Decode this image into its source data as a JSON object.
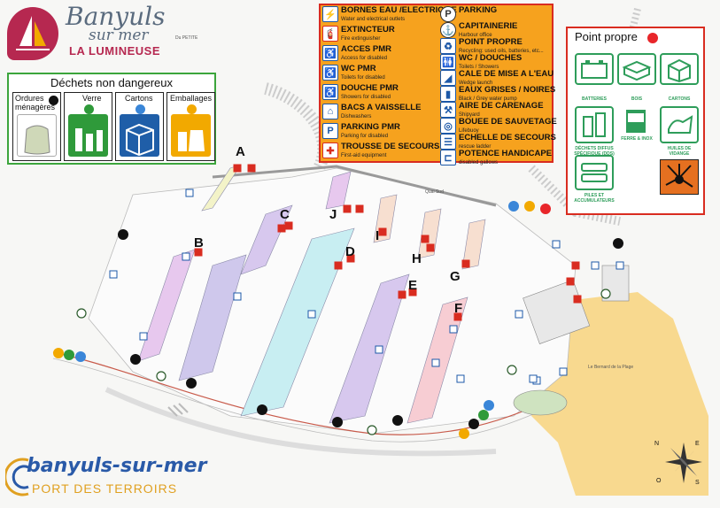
{
  "logo": {
    "title_line1": "Banyuls",
    "title_line2": "sur mer",
    "tagline": "LA LUMINEUSE"
  },
  "brand_bottom": {
    "name": "banyuls-sur-mer",
    "subtitle": "PORT DES TERROIRS"
  },
  "waste_panel": {
    "title": "Déchets non dangereux",
    "bins": [
      {
        "label": "Ordures ménagères",
        "box_color": "#ffffff",
        "dot_color": "#111111"
      },
      {
        "label": "Verre",
        "box_color": "#2f9a3a",
        "dot_color": "#2f9a3a"
      },
      {
        "label": "Cartons",
        "box_color": "#1f5ea8",
        "dot_color": "#3a86d8"
      },
      {
        "label": "Emballages",
        "box_color": "#f2a900",
        "dot_color": "#f2a900"
      }
    ]
  },
  "legend_left": [
    {
      "icon": "electric-outlet-icon",
      "glyph": "⚡",
      "title": "BORNES EAU /ELECTRICITE",
      "sub": "Water and electrical outlets"
    },
    {
      "icon": "fire-extinguisher-icon",
      "glyph": "🧯",
      "title": "EXTINCTEUR",
      "sub": "Fire extinguisher",
      "red": true
    },
    {
      "icon": "wheelchair-icon",
      "glyph": "♿",
      "title": "ACCES PMR",
      "sub": "Access for disabled"
    },
    {
      "icon": "wc-pmr-icon",
      "glyph": "♿",
      "title": "WC PMR",
      "sub": "Toilets for disabled"
    },
    {
      "icon": "shower-pmr-icon",
      "glyph": "♿",
      "title": "DOUCHE PMR",
      "sub": "Showers for disabled"
    },
    {
      "icon": "dishwasher-icon",
      "glyph": "⌂",
      "title": "BACS A VAISSELLE",
      "sub": "Dishwashers"
    },
    {
      "icon": "parking-pmr-icon",
      "glyph": "P",
      "title": "PARKING PMR",
      "sub": "Parking for disabled"
    },
    {
      "icon": "first-aid-icon",
      "glyph": "✚",
      "title": "TROUSSE DE SECOURS",
      "sub": "First-aid equipment",
      "red": true
    }
  ],
  "legend_right": [
    {
      "icon": "parking-icon",
      "glyph": "P",
      "title": "PARKING",
      "sub": ""
    },
    {
      "icon": "harbour-office-icon",
      "glyph": "⚓",
      "title": "CAPITAINERIE",
      "sub": "Harbour office"
    },
    {
      "icon": "recycling-icon",
      "glyph": "♻",
      "title": "POINT PROPRE",
      "sub": "Recycling: used oils, batteries, etc..."
    },
    {
      "icon": "toilets-showers-icon",
      "glyph": "🚻",
      "title": "WC / DOUCHES",
      "sub": "Toilets / Showers"
    },
    {
      "icon": "wedge-launch-icon",
      "glyph": "◢",
      "title": "CALE DE MISE A L'EAU",
      "sub": "Wedge launch"
    },
    {
      "icon": "grey-water-pump-icon",
      "glyph": "▮",
      "title": "EAUX GRISES / NOIRES",
      "sub": "Black / Grey water pump"
    },
    {
      "icon": "shipyard-icon",
      "glyph": "⚒",
      "title": "AIRE DE CARENAGE",
      "sub": "Shipyard"
    },
    {
      "icon": "lifebuoy-icon",
      "glyph": "◎",
      "title": "BOUEE DE SAUVETAGE",
      "sub": "Lifebuoy"
    },
    {
      "icon": "rescue-ladder-icon",
      "glyph": "☰",
      "title": "ECHELLE DE SECOURS",
      "sub": "rescue ladder"
    },
    {
      "icon": "disabled-gallows-icon",
      "glyph": "⊏",
      "title": "POTENCE HANDICAPE",
      "sub": "disabled gallows"
    }
  ],
  "point_propre": {
    "title": "Point propre",
    "dot_color": "#e8262a",
    "items": [
      "BATTERIES",
      "BOIS",
      "CARTONS",
      "DÉCHETS DIFFUS SPÉCIFIQUE (DDS)",
      "FERRE & INOX",
      "HUILES DE VIDANGE",
      "PILES ET ACCUMULATEURS"
    ]
  },
  "pontoons": [
    "A",
    "B",
    "C",
    "D",
    "E",
    "F",
    "G",
    "H",
    "I",
    "J"
  ],
  "compass": {
    "n": "N",
    "e": "E",
    "s": "S",
    "o": "O"
  },
  "place_labels": {
    "beach": "Le Bernard de la Plage",
    "digue": "Quai Sud",
    "petits": "Du PETITE"
  },
  "colors": {
    "brand_red": "#b62850",
    "legend_orange": "#f6a21e",
    "legend_border": "#d92c20",
    "green_border": "#3ca53c",
    "sand": "#f8d98f"
  }
}
